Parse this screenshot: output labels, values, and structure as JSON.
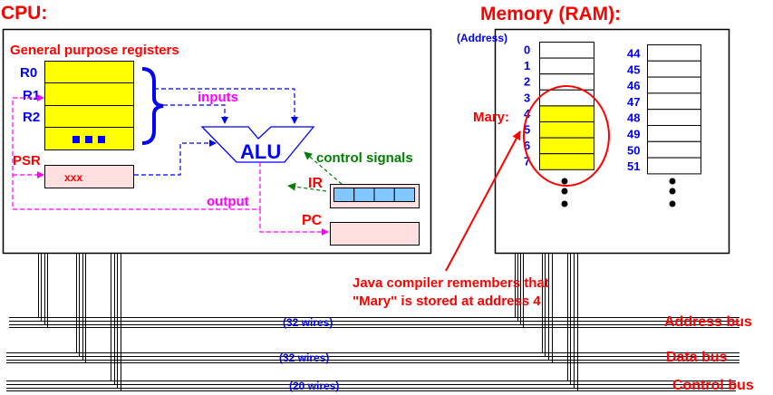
{
  "cpu": {
    "title": "CPU:",
    "gpr_label": "General purpose registers",
    "registers": [
      "R0",
      "R1",
      "R2"
    ],
    "register_rows": 4,
    "register_ellipsis": "...",
    "psr_label": "PSR",
    "psr_value": "xxx",
    "inputs_label": "inputs",
    "alu_label": "ALU",
    "control_signals_label": "control signals",
    "ir_label": "IR",
    "ir_cells": 4,
    "output_label": "output",
    "pc_label": "PC"
  },
  "memory": {
    "title": "Memory (RAM):",
    "address_header": "(Address)",
    "column1": [
      {
        "addr": "0",
        "highlight": false
      },
      {
        "addr": "1",
        "highlight": false
      },
      {
        "addr": "2",
        "highlight": false
      },
      {
        "addr": "3",
        "highlight": false
      },
      {
        "addr": "4",
        "highlight": true
      },
      {
        "addr": "5",
        "highlight": true
      },
      {
        "addr": "6",
        "highlight": true
      },
      {
        "addr": "7",
        "highlight": true
      }
    ],
    "column2": [
      {
        "addr": "44"
      },
      {
        "addr": "45"
      },
      {
        "addr": "46"
      },
      {
        "addr": "47"
      },
      {
        "addr": "48"
      },
      {
        "addr": "49"
      },
      {
        "addr": "50"
      },
      {
        "addr": "51"
      }
    ],
    "variable_label": "Mary:"
  },
  "annotation": {
    "line1": "Java compiler remembers that",
    "line2": "\"Mary\"  is stored at address 4"
  },
  "buses": [
    {
      "name": "Address bus",
      "wires": "(32 wires)"
    },
    {
      "name": "Data bus",
      "wires": "(32 wires)"
    },
    {
      "name": "Control bus",
      "wires": "(20 wires)"
    }
  ],
  "colors": {
    "label_red": "#ff0000",
    "label_blue": "#0000ff",
    "signal_magenta": "#ff00ff",
    "signal_green": "#008000",
    "register_yellow": "#ffff00",
    "register_pink": "#ffe0e0",
    "ir_cell_blue": "#80c8ff"
  }
}
